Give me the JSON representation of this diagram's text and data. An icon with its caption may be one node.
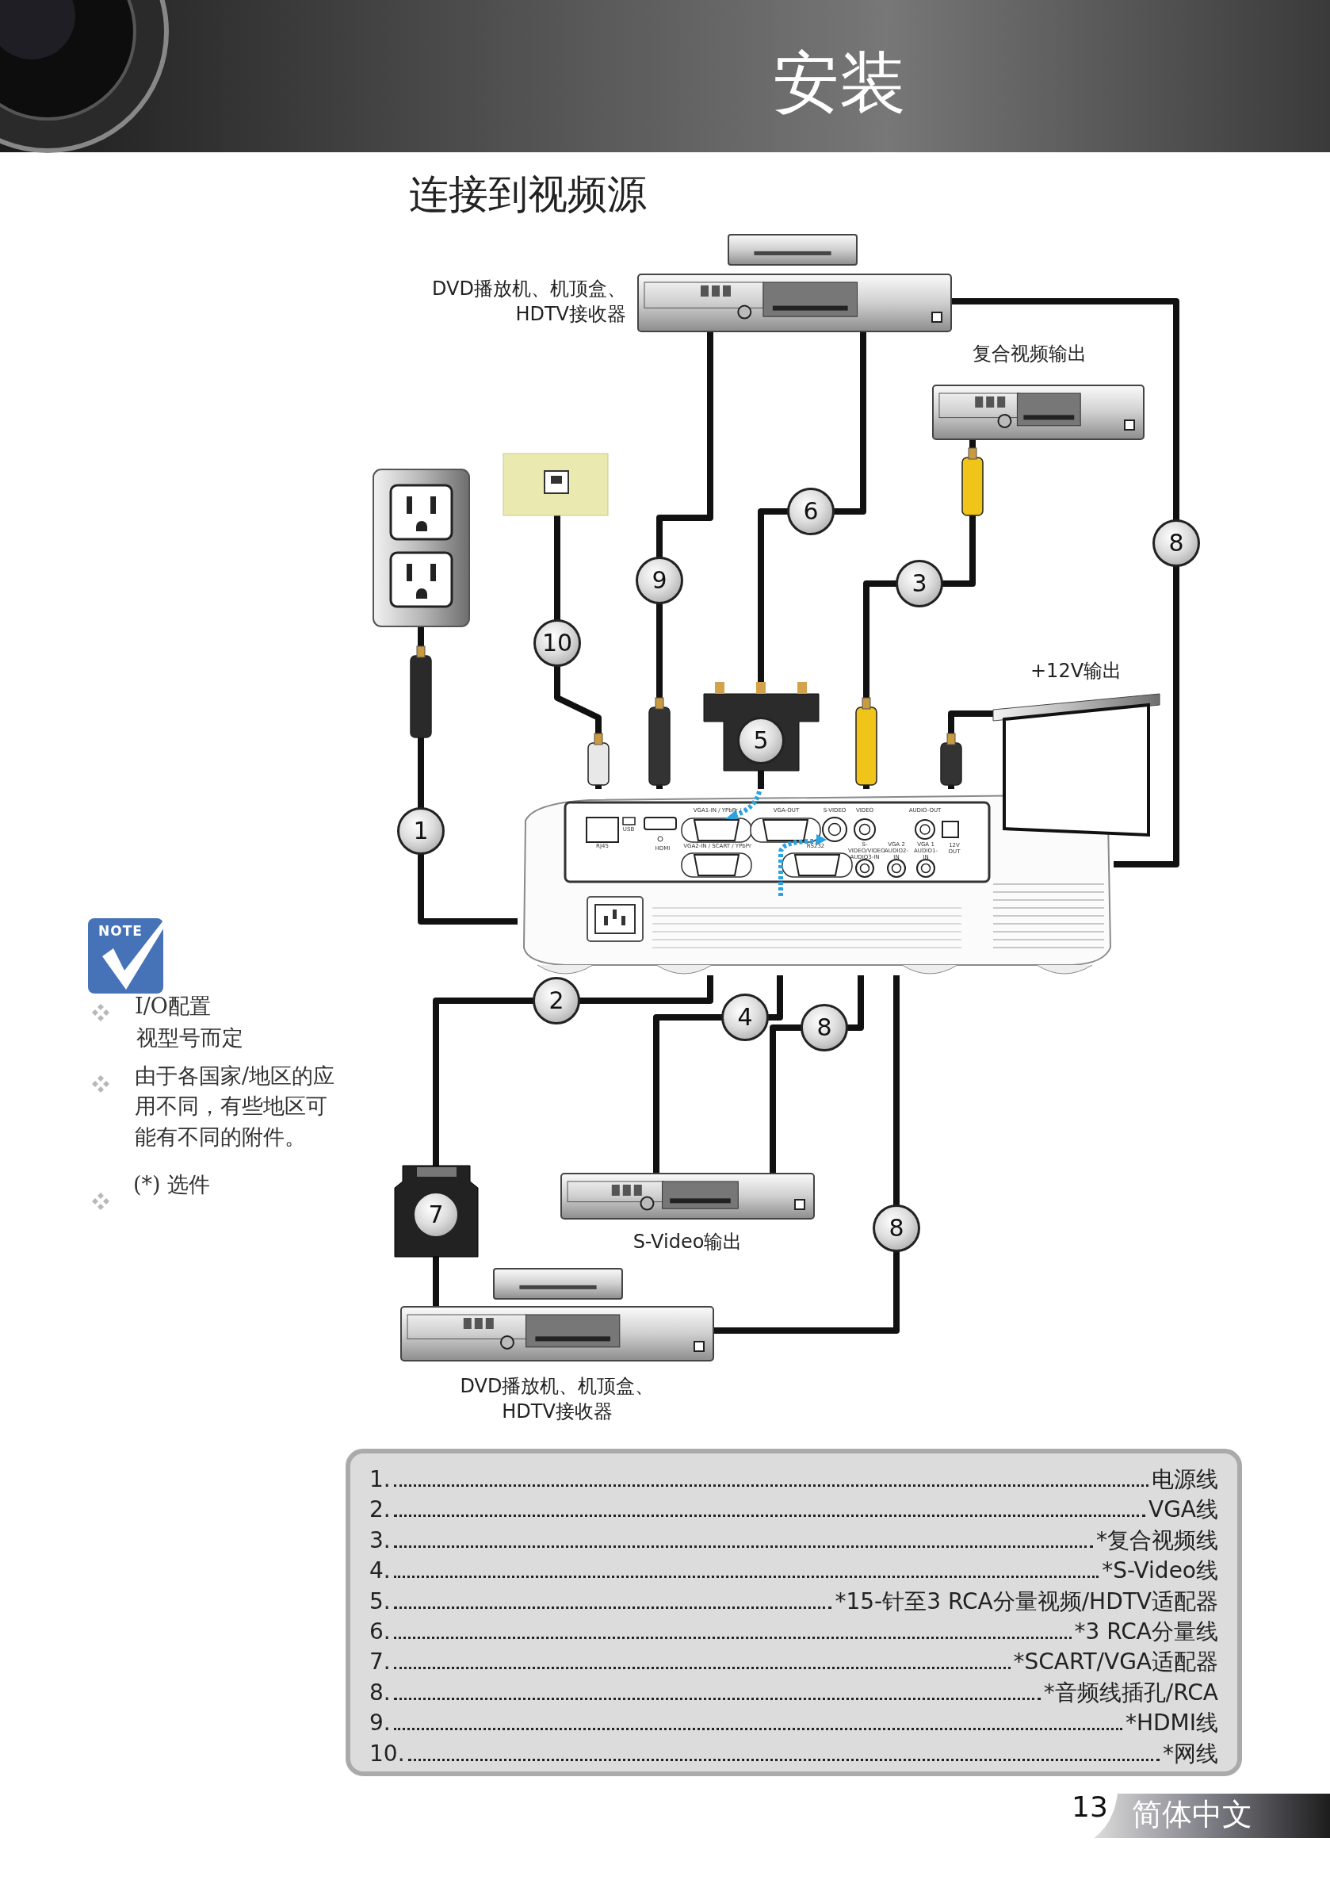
{
  "diagram": {
    "title": "连接到视频源",
    "nodes": [
      {
        "text": [
          "DVD播放机、机顶盒、HDTV接收器"
        ]
      },
      {
        "text": [
          "复合视频输出"
        ]
      },
      {
        "text": [],
        "shape": "picture"
      },
      {
        "text": [],
        "shape": "picture"
      },
      {
        "text": [],
        "shape": "picture"
      },
      {
        "text": [
          "5"
        ]
      },
      {
        "text": [
          "+12V输出"
        ]
      },
      {
        "text": [
          "S-Video输出"
        ]
      },
      {
        "text": [
          "7"
        ]
      },
      {
        "text": [
          "DVD播放机、机顶盒、HDTV接收器"
        ]
      }
    ],
    "edges": [
      {
        "from": 2,
        "to": 4,
        "arrow": "none",
        "label": "1"
      },
      {
        "from": 3,
        "to": 4,
        "arrow": "none",
        "label": "10"
      },
      {
        "from": 0,
        "to": 4,
        "arrow": "none",
        "label": "9"
      },
      {
        "from": 0,
        "to": 5,
        "arrow": "none",
        "label": "6"
      },
      {
        "from": 5,
        "to": 4,
        "arrow": "none"
      },
      {
        "from": 1,
        "to": 4,
        "arrow": "none",
        "label": "3"
      },
      {
        "from": 0,
        "to": 4,
        "arrow": "none",
        "label": "8"
      },
      {
        "from": 6,
        "to": 4,
        "arrow": "none"
      },
      {
        "from": 4,
        "to": 7,
        "arrow": "none",
        "label": "4"
      },
      {
        "from": 4,
        "to": 7,
        "arrow": "none",
        "label": "8"
      },
      {
        "from": 4,
        "to": 8,
        "arrow": "none",
        "label": "2"
      },
      {
        "from": 8,
        "to": 9,
        "arrow": "none"
      },
      {
        "from": 4,
        "to": 9,
        "arrow": "none",
        "label": "8"
      }
    ],
    "labels": [
      "安装",
      "RJ45",
      "USB",
      "HDMI",
      "VGA1-IN / YPbPr /",
      "VGA-OUT",
      "S-VIDEO",
      "VIDEO",
      "AUDIO-OUT",
      "VGA2-IN / SCART / YPbPr",
      "RS232",
      "S-VIDEO/VIDEO AUDIO3-IN",
      "VGA 2 AUDIO2-IN",
      "VGA 1 AUDIO1-IN",
      "12V OUT",
      "NOTE",
      "I/O配置",
      "视型号而定",
      "由于各国家/地区的应用不同，有些地区可能有不同的附件。",
      "(*) 选件",
      "1.",
      "电源线",
      "2.",
      "VGA线",
      "3.",
      "*复合视频线",
      "4.",
      "*S-Video线",
      "5.",
      "*15-针至3 RCA分量视频/HDTV适配器",
      "6.",
      "*3 RCA分量线",
      "7.",
      "*SCART/VGA适配器",
      "8.",
      "*音频线插孔/RCA",
      "9.",
      "*HDMI线",
      "10.",
      "*网线",
      "13",
      "简体中文"
    ]
  }
}
